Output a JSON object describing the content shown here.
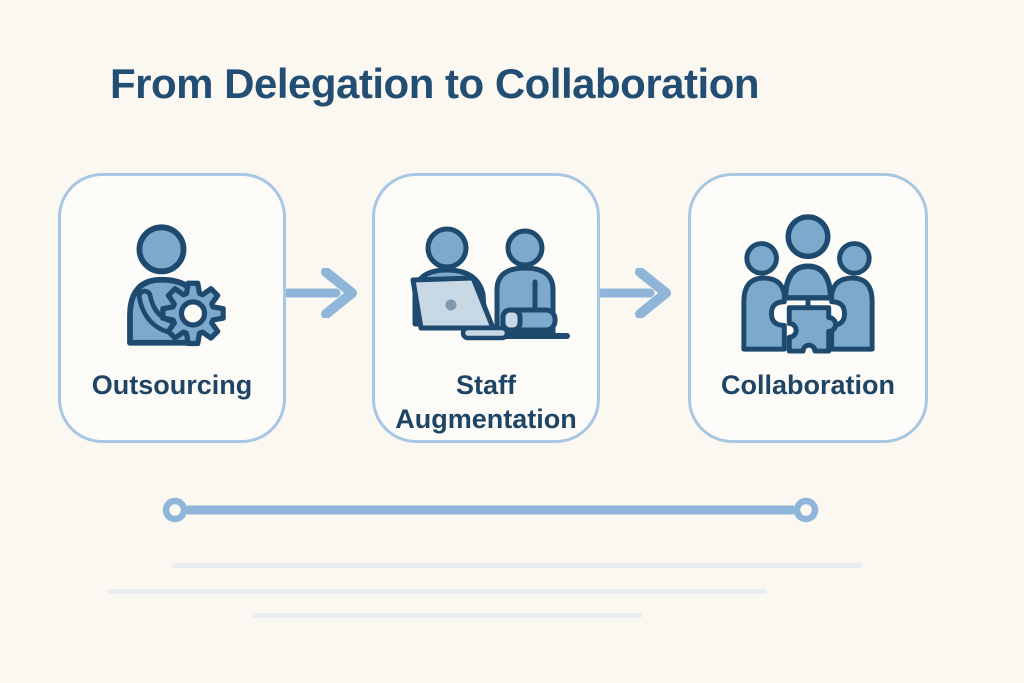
{
  "title": "From Delegation to Collaboration",
  "steps": [
    {
      "label": "Outsourcing",
      "icon": "person-gear-icon"
    },
    {
      "label": "Staff Augmentation",
      "icon": "people-laptop-icon"
    },
    {
      "label": "Collaboration",
      "icon": "team-puzzle-icon"
    }
  ],
  "arrows": [
    {
      "icon": "right-arrow-icon"
    },
    {
      "icon": "right-arrow-icon"
    }
  ],
  "timeline": {
    "start_marker": "ring-circle",
    "end_marker": "ring-circle"
  },
  "decor": {
    "placeholder_line_count": 3
  },
  "colors": {
    "background": "#FBF8F1",
    "card_background": "#FDFBF7",
    "card_border": "#A7C7E2",
    "accent_blue": "#8FB5D8",
    "icon_fill": "#7DA9CD",
    "icon_fill_light": "#C9D8E5",
    "icon_stroke": "#1D4A6E",
    "title_text": "#224E74",
    "label_text": "#1E4566",
    "placeholder_line": "#EAEDEF"
  }
}
